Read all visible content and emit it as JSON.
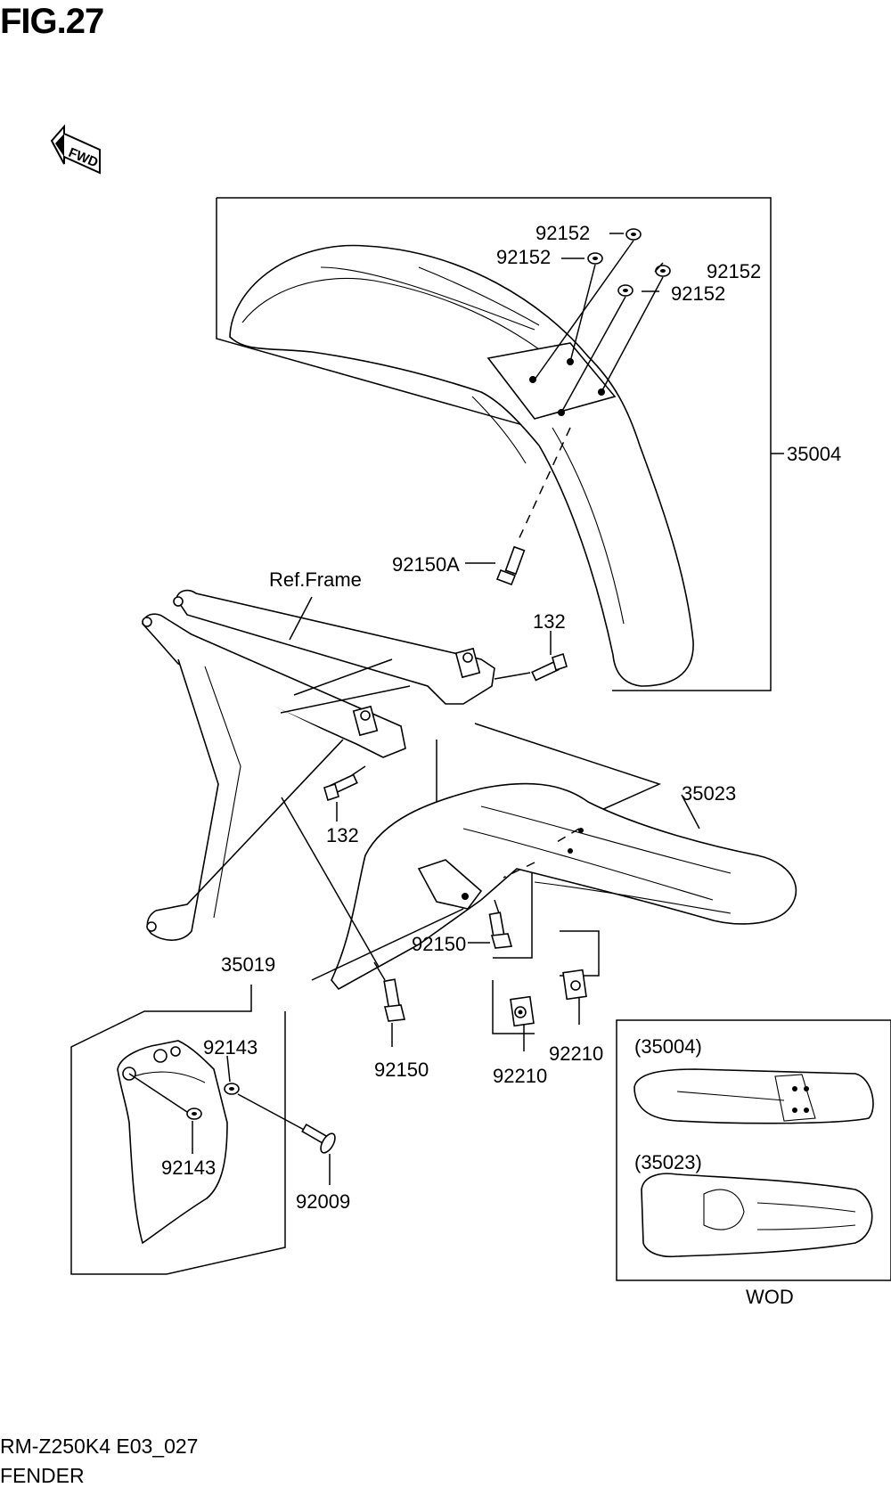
{
  "figure": {
    "title": "FIG.27",
    "model_code": "RM-Z250K4 E03_027",
    "section_name": "FENDER"
  },
  "fwd_arrow": {
    "text": "FWD",
    "icon": "fwd-arrow-icon"
  },
  "callouts": {
    "c92152_a": "92152",
    "c92152_b": "92152",
    "c92152_c": "92152",
    "c92152_d": "92152",
    "c35004": "35004",
    "c92150A": "92150A",
    "ref_frame": "Ref.Frame",
    "c132_a": "132",
    "c132_b": "132",
    "c35023": "35023",
    "c92150_a": "92150",
    "c92150_b": "92150",
    "c92210_a": "92210",
    "c92210_b": "92210",
    "c35019": "35019",
    "c92143_a": "92143",
    "c92143_b": "92143",
    "c92009": "92009"
  },
  "inset": {
    "front_label": "(35004)",
    "rear_label": "(35023)",
    "caption": "WOD"
  }
}
